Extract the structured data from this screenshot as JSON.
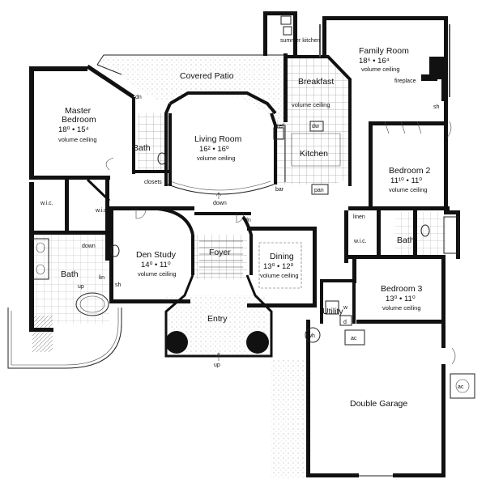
{
  "rooms": {
    "covered_patio": {
      "name": "Covered Patio"
    },
    "summer_kitchen": {
      "name": "summer kitchen"
    },
    "family_room": {
      "name": "Family Room",
      "dims": "18⁶ • 16⁴",
      "note": "volume ceiling"
    },
    "fireplace": {
      "name": "fireplace"
    },
    "breakfast": {
      "name": "Breakfast",
      "note": "volume ceiling"
    },
    "kitchen": {
      "name": "Kitchen"
    },
    "master_bedroom": {
      "name": "Master Bedroom",
      "dims": "18⁰ • 15⁴",
      "note": "volume ceiling"
    },
    "living_room": {
      "name": "Living Room",
      "dims": "16² • 16⁰",
      "note": "volume ceiling"
    },
    "master_bath_small": {
      "name": "Bath"
    },
    "bedroom2": {
      "name": "Bedroom 2",
      "dims": "11¹⁰ • 11⁰",
      "note": "volume ceiling"
    },
    "bedroom3": {
      "name": "Bedroom 3",
      "dims": "13⁰ • 11⁰",
      "note": "volume ceiling"
    },
    "bath2": {
      "name": "Bath"
    },
    "den_study": {
      "name": "Den Study",
      "dims": "14⁰ • 11⁰",
      "note": "volume ceiling"
    },
    "foyer": {
      "name": "Foyer"
    },
    "dining": {
      "name": "Dining",
      "dims": "13⁰ • 12⁰",
      "note": "volume ceiling"
    },
    "entry": {
      "name": "Entry"
    },
    "utility": {
      "name": "Utility"
    },
    "double_garage": {
      "name": "Double Garage"
    },
    "master_bath": {
      "name": "Bath"
    }
  },
  "labels": {
    "dn_patio": "dn",
    "dn_foyer": "dn",
    "down_living": "down",
    "down_wic": "down",
    "up_entry": "up",
    "up_bath": "up",
    "wic_1": "w.i.c.",
    "wic_2": "w.i.c.",
    "wic_3": "w.i.c.",
    "linen": "linen",
    "lin": "lin",
    "sh_master": "sh",
    "sh_family": "sh",
    "closets": "closets",
    "ref": "ref",
    "dw": "dw",
    "bar": "bar",
    "pan": "pan",
    "ac_top": "ac",
    "ac_garage": "ac",
    "wh": "wh",
    "w": "w",
    "d": "d"
  }
}
